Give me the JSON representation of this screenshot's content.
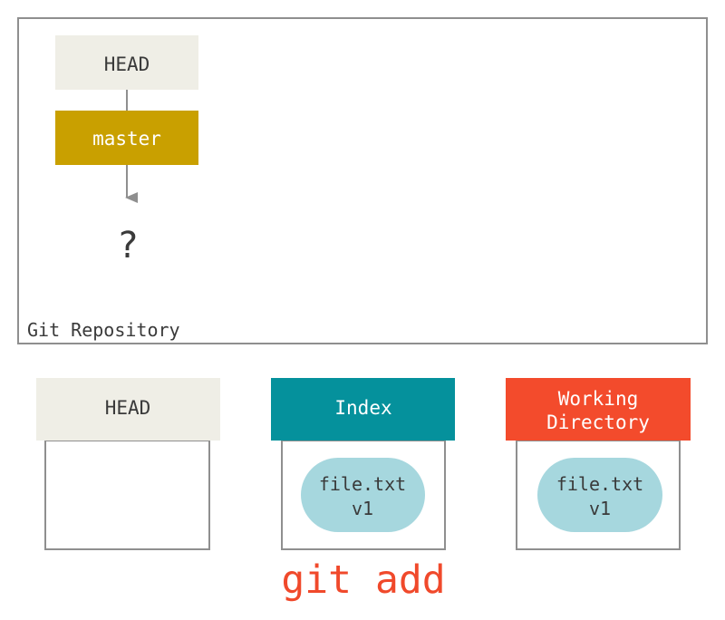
{
  "repository": {
    "label": "Git Repository",
    "head_ref": "HEAD",
    "branch": "master",
    "target": "?"
  },
  "areas": {
    "head": {
      "title": "HEAD",
      "files": []
    },
    "index": {
      "title": "Index",
      "files": [
        {
          "name": "file.txt",
          "version": "v1"
        }
      ]
    },
    "working_directory": {
      "title_line1": "Working",
      "title_line2": "Directory",
      "files": [
        {
          "name": "file.txt",
          "version": "v1"
        }
      ]
    }
  },
  "command": "git add",
  "colors": {
    "head_box": "#efeee6",
    "branch": "#c9a000",
    "index_header": "#05919c",
    "working_header": "#f34b2c",
    "file_blob": "#a6d7de",
    "command_text": "#f0492b",
    "frame_stroke": "#8f8f8f",
    "text_dark": "#3a3a3a",
    "text_light": "#ffffff"
  }
}
